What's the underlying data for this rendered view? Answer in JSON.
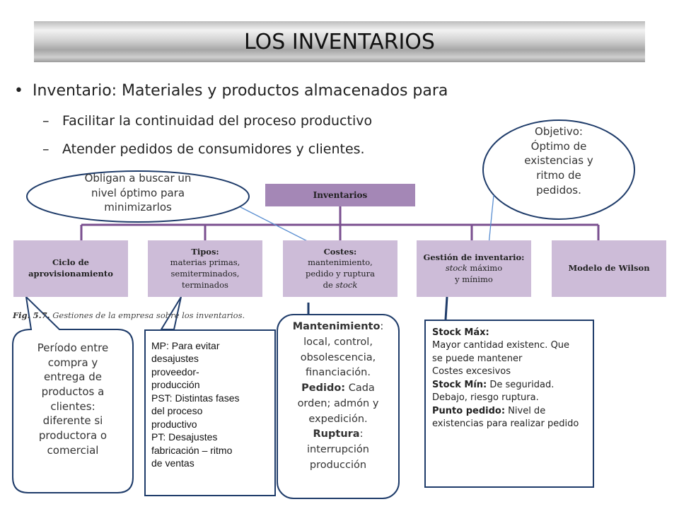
{
  "slide": {
    "title": "LOS INVENTARIOS",
    "bullet": "Inventario: Materiales y productos almacenados para",
    "sub_items": [
      "Facilitar la continuidad del proceso productivo",
      "Atender pedidos de consumidores y clientes."
    ],
    "bullet_marker": "•",
    "dash_marker": "–"
  },
  "diagram": {
    "top": "Inventarios",
    "boxes": [
      {
        "lines": [
          "Ciclo de",
          "aprovisionamiento"
        ],
        "bold": true
      },
      {
        "title": "Tipos:",
        "lines": [
          "materias primas,",
          "semiterminados,",
          "terminados"
        ]
      },
      {
        "title": "Costes:",
        "lines": [
          "mantenimiento,",
          "pedido y ruptura"
        ],
        "last_pre": "de ",
        "last_em": "stock"
      },
      {
        "title": "Gestión de inventario:",
        "line2_em": "stock",
        "line2_rest": " máximo",
        "line3": "y mínimo"
      },
      {
        "lines": [
          "Modelo de Wilson"
        ],
        "bold": true
      }
    ],
    "caption_label": "Fig. 5.7.",
    "caption_text": "Gestiones de la empresa sobre los inventarios."
  },
  "callouts": {
    "ellipse_left": [
      "Obligan a buscar un",
      "nivel óptimo para",
      "minimizarlos"
    ],
    "ellipse_right": [
      "Objetivo:",
      "Óptimo de",
      "existencias y",
      "ritmo de",
      "pedidos."
    ],
    "periodo": [
      "Período entre",
      "compra y",
      "entrega de",
      "productos a",
      "clientes:",
      "diferente si",
      "productora o",
      "comercial"
    ],
    "mp": [
      "MP: Para evitar",
      "desajustes",
      "proveedor-",
      "producción",
      "PST: Distintas fases",
      "del proceso",
      "productivo",
      "PT: Desajustes",
      "fabricación – ritmo",
      "de ventas"
    ],
    "mantenimiento": {
      "l1_b": "Mantenimiento",
      "l1_rest": ":",
      "l2": "local, control,",
      "l3": "obsolescencia,",
      "l4": "financiación.",
      "l5_b": "Pedido:",
      "l5_rest": " Cada",
      "l6": "orden; admón y",
      "l7": "expedición.",
      "l8_b": "Ruptura",
      "l8_rest": ":",
      "l9": "interrupción",
      "l10": "producción"
    },
    "stock": {
      "max_label": "Stock Máx:",
      "max_l1": "Mayor cantidad existenc. Que",
      "max_l2": "se puede mantener",
      "max_l3": "Costes excesivos",
      "min_label": "Stock Mín:",
      "min_rest": " De seguridad.",
      "min_l2": "Debajo, riesgo ruptura.",
      "pp_label": "Punto pedido:",
      "pp_rest": " Nivel de",
      "pp_l2": "existencias para realizar pedido"
    }
  },
  "colors": {
    "box": "#cdbcd8",
    "top_box": "#a487b6",
    "connector": "#7a4f8f",
    "outline": "#1f3c6a",
    "arrow": "#5b8fd1"
  }
}
